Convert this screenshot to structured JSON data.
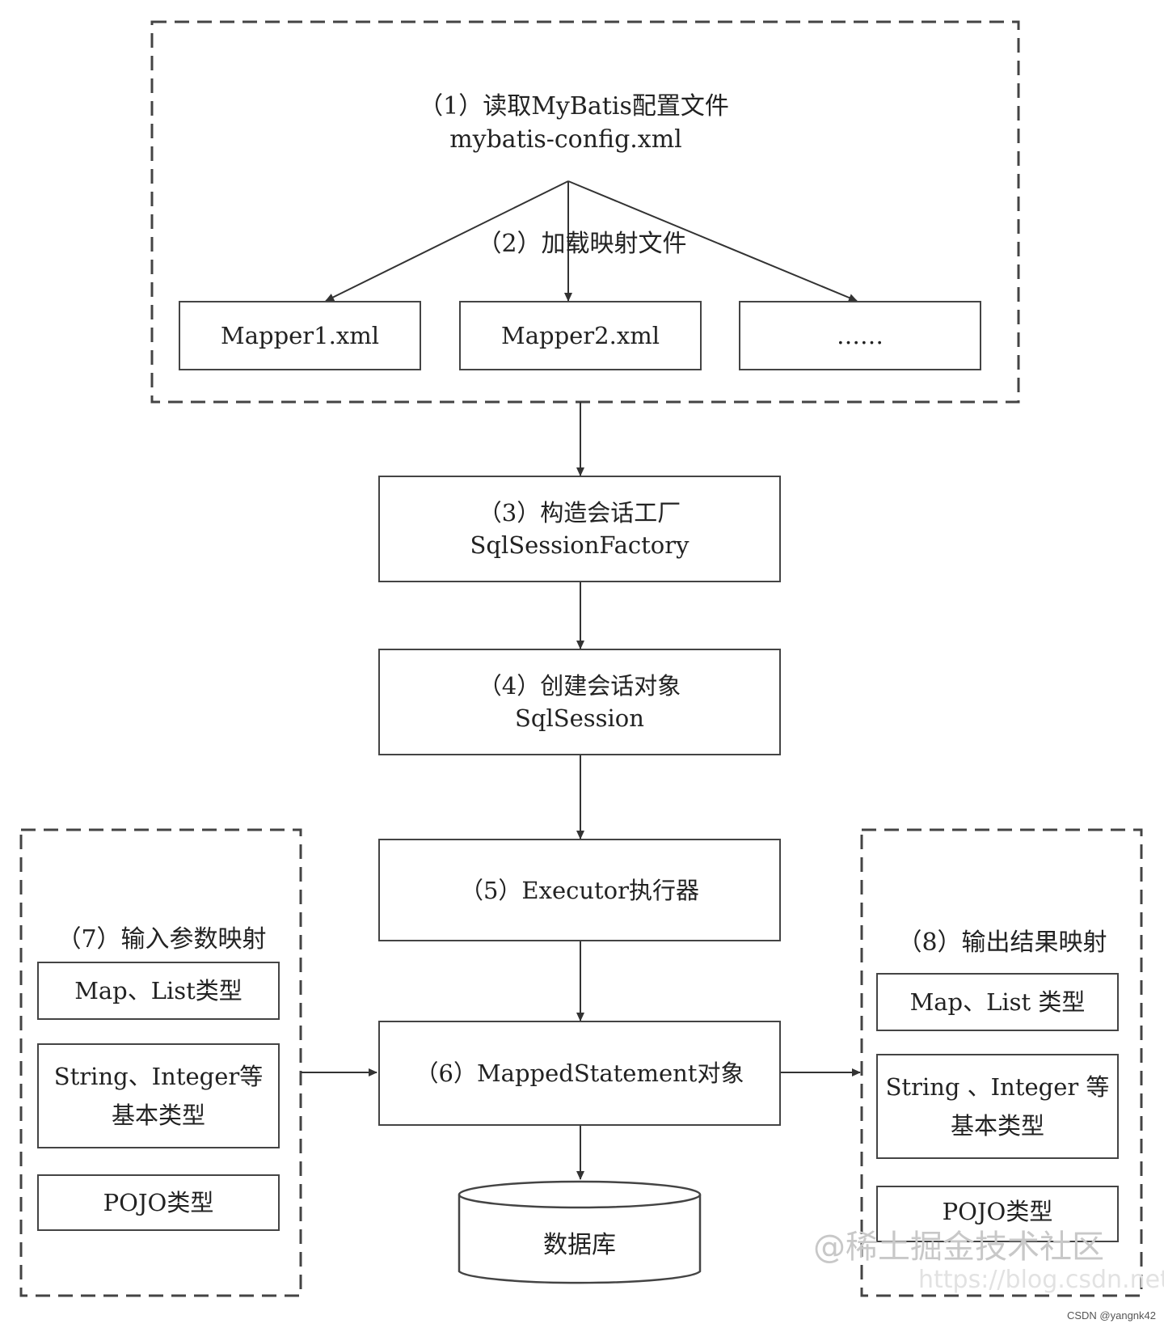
{
  "config": {
    "step": "（1）读取MyBatis配置文件",
    "file": "mybatis-config.xml",
    "load_label": "（2）加载映射文件",
    "mappers": [
      "Mapper1.xml",
      "Mapper2.xml",
      "……"
    ]
  },
  "factory": {
    "step": "（3）构造会话工厂",
    "name": "SqlSessionFactory"
  },
  "session": {
    "step": "（4）创建会话对象",
    "name": "SqlSession"
  },
  "executor": {
    "label": "（5）Executor执行器"
  },
  "statement": {
    "label": "（6）MappedStatement对象"
  },
  "database": {
    "label": "数据库"
  },
  "input_mapping": {
    "title": "（7）输入参数映射",
    "types": [
      {
        "line1": "Map、List类型",
        "line2": ""
      },
      {
        "line1": "String、Integer等",
        "line2": "基本类型"
      },
      {
        "line1": "POJO类型",
        "line2": ""
      }
    ]
  },
  "output_mapping": {
    "title": "（8）输出结果映射",
    "types": [
      {
        "line1": "Map、List 类型",
        "line2": ""
      },
      {
        "line1": "String 、Integer 等",
        "line2": "基本类型"
      },
      {
        "line1": "POJO类型",
        "line2": ""
      }
    ]
  },
  "watermark": {
    "main": "@稀土掘金技术社区",
    "url": "https://blog.csdn.net"
  },
  "credit": "CSDN @yangnk42",
  "colors": {
    "stroke": "#444444",
    "text": "#222222",
    "watermark": "#c8c8c8"
  }
}
